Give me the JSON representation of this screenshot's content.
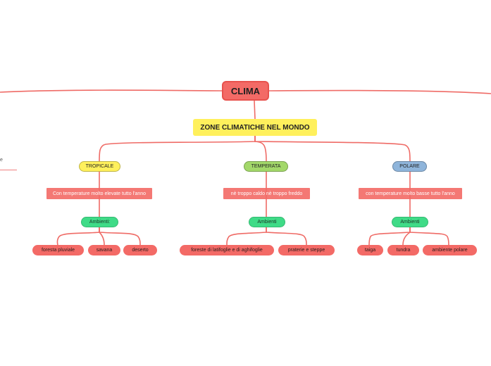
{
  "map": {
    "root": "CLIMA",
    "topic": "ZONE CLIMATICHE NEL MONDO",
    "left_fragment": "e",
    "zones": [
      {
        "label": "TROPICALE",
        "description": "Con temperature molto elevate tutto l'anno",
        "environments_label": "Ambienti:",
        "environments": [
          "foresta pluviale",
          "savana",
          "deserto"
        ],
        "color": "#fff05c"
      },
      {
        "label": "TEMPERATA",
        "description": "nè troppo caldo nè troppo freddo",
        "environments_label": "Ambienti",
        "environments": [
          "foreste di latifoglie e di aghifoglie",
          "praterie e steppe"
        ],
        "color": "#a3d86a"
      },
      {
        "label": "POLARE",
        "description": "con temperature molto basse tutto l'anno",
        "environments_label": "Ambienti",
        "environments": [
          "taiga",
          "tundra",
          "ambiente polare"
        ],
        "color": "#8fb5db"
      }
    ]
  },
  "colors": {
    "root": "#f36a66",
    "topic": "#fff05c",
    "environments": "#3fdb87",
    "leaves": "#f36a66",
    "connectors": "#ef6b66"
  }
}
